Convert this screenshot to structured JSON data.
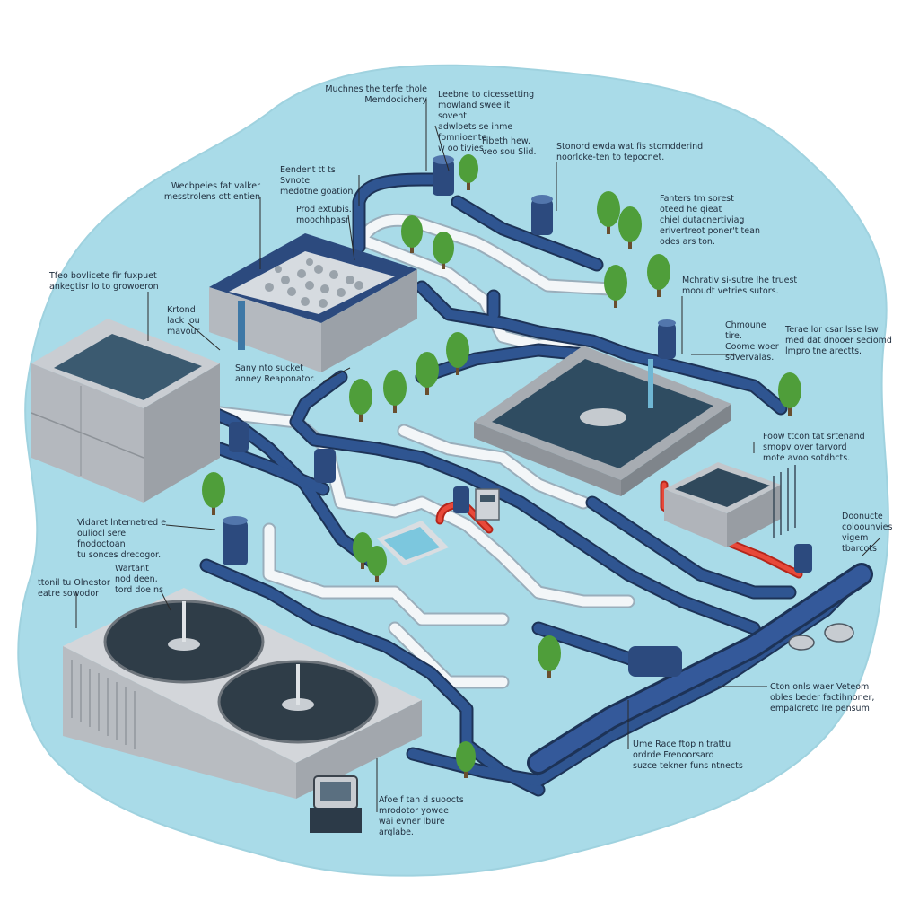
{
  "colors": {
    "background": "#ffffff",
    "water_region": "#a9dbe8",
    "pipe_dark": "#2c4a7e",
    "pipe_light": "#eef3f6",
    "pipe_hot": "#d9382a",
    "concrete": "#b9bdc3",
    "basin_water": "#2e4a5e",
    "tree": "#4f9e3a"
  },
  "callouts": [
    {
      "id": "c1",
      "text": "Muchnes the terfe thole\nMemdocichery"
    },
    {
      "id": "c2",
      "text": "Leebne to cicessetting\nmowland swee it sovent\nadwloets se inme fomnioente\nw oo tivies."
    },
    {
      "id": "c3",
      "text": "Fibeth hew.\nveo sou Slid."
    },
    {
      "id": "c4",
      "text": "Stonord ewda wat fis stomdderind\nnoorlcke-ten to tepocnet."
    },
    {
      "id": "c5",
      "text": "Wecbpeies fat valker\nmesstrolens ott entien"
    },
    {
      "id": "c6",
      "text": "Eendent tt ts Svnote\nmedotne goation"
    },
    {
      "id": "c7",
      "text": "Prod extubis.\nmoochhpasr"
    },
    {
      "id": "c8",
      "text": "Fanters tm sorest\noteed he qieat\nchiel dutacnertiviag\nerivertreot poner't tean\nodes ars ton."
    },
    {
      "id": "c9",
      "text": "Tfeo bovlicete fir fuxpuet\nankegtisr lo to growoeron"
    },
    {
      "id": "c10",
      "text": "Krtond\nlack lou\nmavour"
    },
    {
      "id": "c11",
      "text": "Mchrativ si-sutre lhe truest\nmooudt vetries sutors."
    },
    {
      "id": "c12",
      "text": "Chmoune tire.\nCoome woer\nsdvervalas."
    },
    {
      "id": "c13",
      "text": "Terae lor csar lsse lsw\nmed dat dnooer seciomd\nlmpro tne arectts."
    },
    {
      "id": "c14",
      "text": "Sany nto sucket\nanney Reaponator."
    },
    {
      "id": "c15",
      "text": "Foow ttcon tat srtenand\nsmopv over tarvord\nmote avoo sotdhcts."
    },
    {
      "id": "c16",
      "text": "Vidaret lnternetred e\nouliocl sere fnodoctoan\ntu sonces drecogor."
    },
    {
      "id": "c17",
      "text": "Doonucte\ncoloounvies\nvigem tbarcots"
    },
    {
      "id": "c18",
      "text": "Wartant\nnod deen,\ntord doe ns"
    },
    {
      "id": "c19",
      "text": "ttonil tu Olnestor\neatre sowodor"
    },
    {
      "id": "c20",
      "text": "Cton onls waer Veteom\nobles beder factihnoner,\nempaloreto lre pensum"
    },
    {
      "id": "c21",
      "text": "Ume Race ftop n trattu\nordrde Frenoorsard\nsuzce tekner funs ntnects"
    },
    {
      "id": "c22",
      "text": "Afoe f tan d suoocts\nmrodotor yowee\nwai evner lbure\narglabe."
    }
  ]
}
